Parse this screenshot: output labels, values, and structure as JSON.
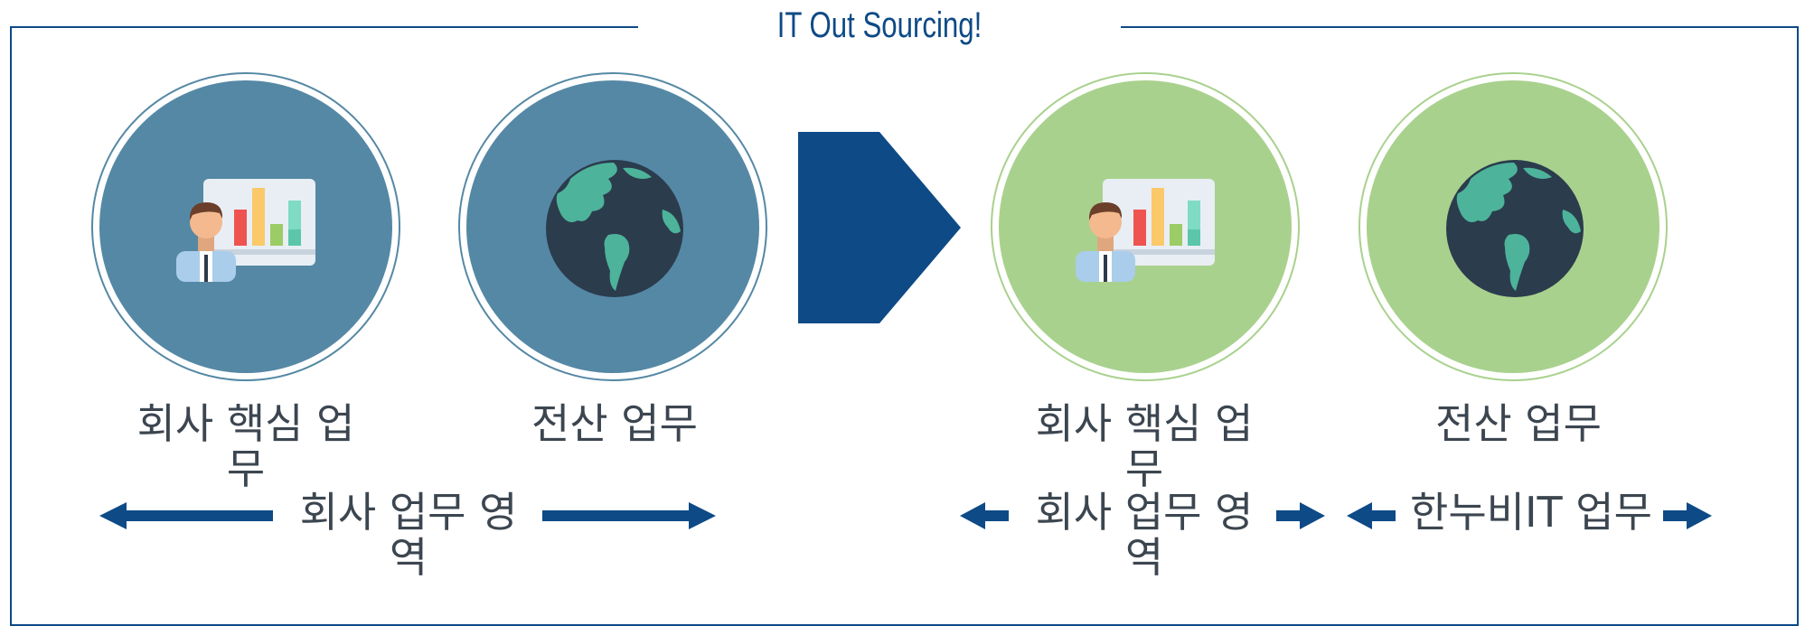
{
  "title": "IT Out Sourcing!",
  "before": {
    "item1_label": "회사 핵심 업무",
    "item2_label": "전산 업무",
    "range_label": "회사 업무 영역"
  },
  "after": {
    "item1_label": "회사 핵심 업무",
    "item2_label": "전산 업무",
    "range1_label": "회사 업무 영역",
    "range2_label": "한누비IT 업무"
  },
  "colors": {
    "navy": "#0d4a86",
    "blue_circle": "#5588a5",
    "green_circle": "#a9d18e",
    "text": "#3c4650"
  },
  "icons": [
    "business-chart-icon",
    "globe-icon"
  ]
}
